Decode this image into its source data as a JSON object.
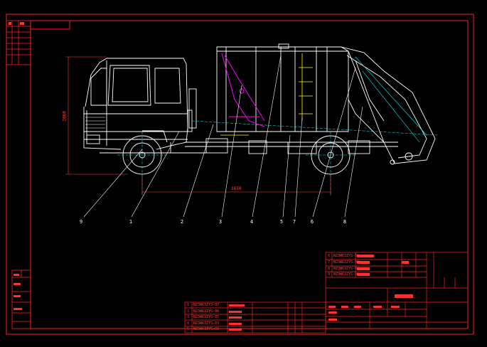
{
  "drawing": {
    "background": "#000000",
    "line_color": "#ffffff",
    "frame_color": "#ff2020",
    "dim_color": "#ff4040",
    "highlight_color": "#ff00ff",
    "aux_color": "#ffff00",
    "center_color": "#00ffff"
  },
  "part_labels": [
    "9",
    "1",
    "2",
    "3",
    "4",
    "5",
    "7",
    "6",
    "8"
  ],
  "dimensions": {
    "wheelbase": "3650",
    "height": "2860"
  },
  "parts_list_lower": [
    {
      "no": "1",
      "code": "NZ3W63ZYS-07"
    },
    {
      "no": "2",
      "code": "NZ3W63ZYS-06"
    },
    {
      "no": "3",
      "code": "NZ3W63ZYS-05"
    },
    {
      "no": "4",
      "code": "NZ3W63ZYS-03"
    },
    {
      "no": "5",
      "code": "NZ3W63ZYS-02"
    }
  ],
  "parts_list_upper": [
    {
      "no": "6",
      "code": "NZ3W63ZYS-04"
    },
    {
      "no": "7",
      "code": "NZ3W63ZYS-03"
    },
    {
      "no": "8",
      "code": "NZ3W63ZYS-02"
    },
    {
      "no": "9",
      "code": "NZ3W63ZYS-01"
    }
  ]
}
